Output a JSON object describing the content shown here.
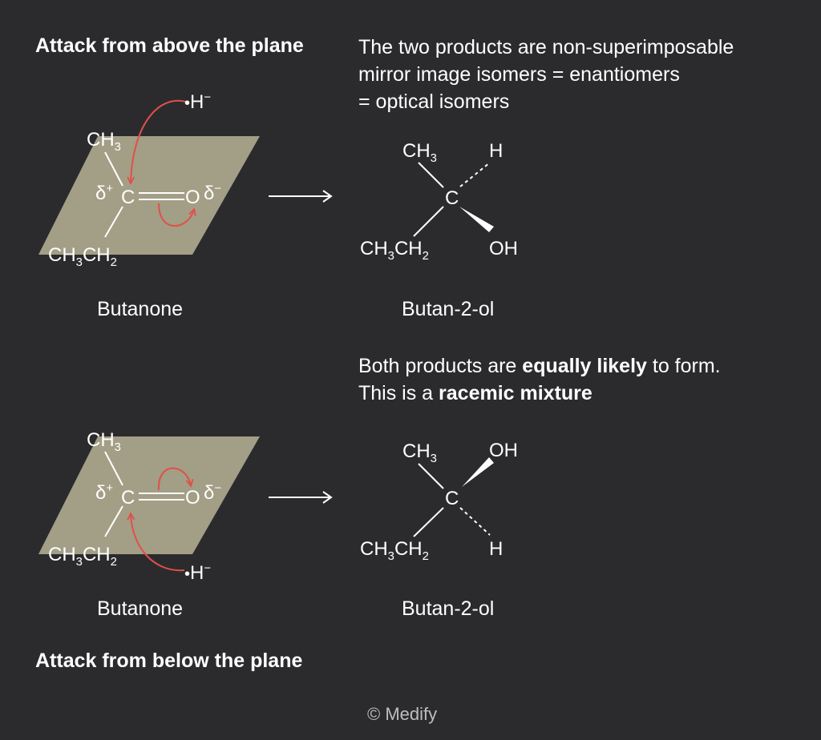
{
  "headings": {
    "above": "Attack from above the plane",
    "below": "Attack from below the plane"
  },
  "text": {
    "explanation": [
      "The two products are non-superimposable",
      "mirror image isomers = enantiomers",
      "= optical isomers"
    ],
    "likely": {
      "pre": "Both products are ",
      "bold": "equally likely",
      "post": " to form."
    },
    "racemic": {
      "pre": "This is a ",
      "bold": "racemic mixture"
    }
  },
  "molecules": {
    "reactant_name": "Butanone",
    "product_name": "Butan-2-ol"
  },
  "atoms": {
    "carbon": "C",
    "oxygen": "O",
    "hydrogen": "H",
    "hydroxyl": "OH",
    "methyl": {
      "main": "CH",
      "sub": "3"
    },
    "ethyl": {
      "a": "CH",
      "a_sub": "3",
      "b": "CH",
      "b_sub": "2"
    },
    "delta": "δ",
    "delta_plus": "+",
    "delta_minus": "−",
    "hydride_dot": "•",
    "hydride_charge": "−"
  },
  "footer": "© Medify",
  "colors": {
    "background": "#2b2b2d",
    "plane": "#a39e86",
    "arrow_red": "#e0504a",
    "text": "#ffffff",
    "footer": "#bdbdbd"
  }
}
